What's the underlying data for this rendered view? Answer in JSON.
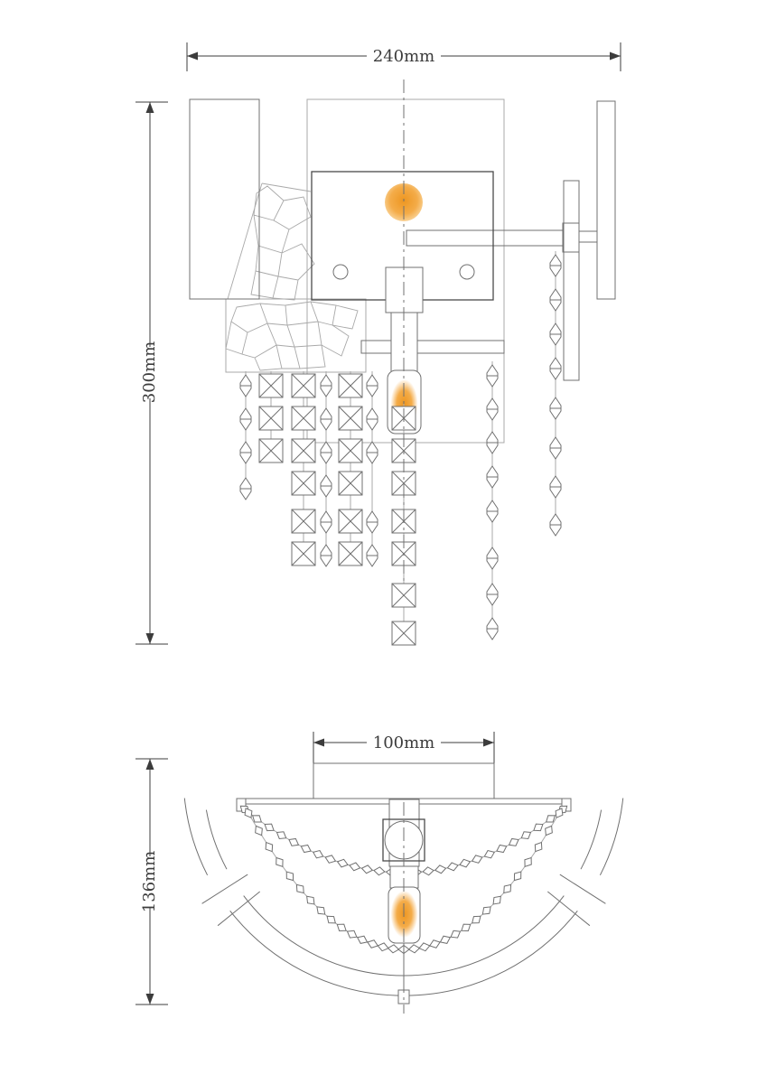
{
  "diagram": {
    "views": {
      "front": {
        "width_label": "240mm",
        "height_label": "300mm"
      },
      "top": {
        "width_label": "100mm",
        "depth_label": "136mm"
      }
    },
    "colors": {
      "background": "#ffffff",
      "dimension": "#3c3c3c",
      "line_dark": "#4a4a4a",
      "line_mid": "#707070",
      "line_light": "#a9a9a9",
      "glow_core": "#ED9621",
      "glow_mid": "#F4AC49",
      "glow_edge": "#F9D194"
    }
  }
}
